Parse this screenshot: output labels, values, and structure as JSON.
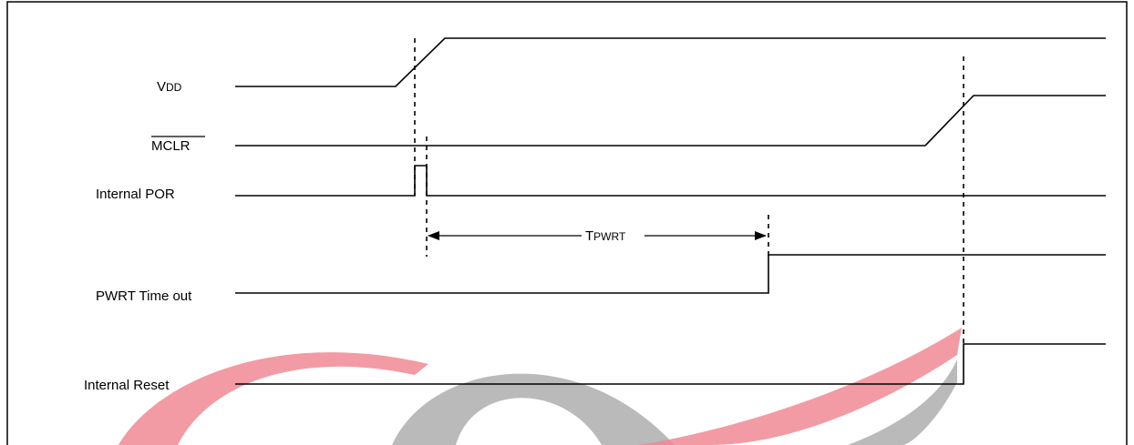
{
  "signals": [
    {
      "id": "vdd",
      "label_main": "V",
      "label_sub": "DD"
    },
    {
      "id": "mclr",
      "label": "MCLR"
    },
    {
      "id": "por",
      "label": "Internal POR"
    },
    {
      "id": "pwrt",
      "label": "PWRT Time out"
    },
    {
      "id": "reset",
      "label": "Internal Reset"
    }
  ],
  "timing": {
    "label_main": "T",
    "label_sub": "PWRT"
  },
  "colors": {
    "line": "#000000",
    "watermark_red": "#f08a94",
    "watermark_gray": "#b3b3b3"
  }
}
